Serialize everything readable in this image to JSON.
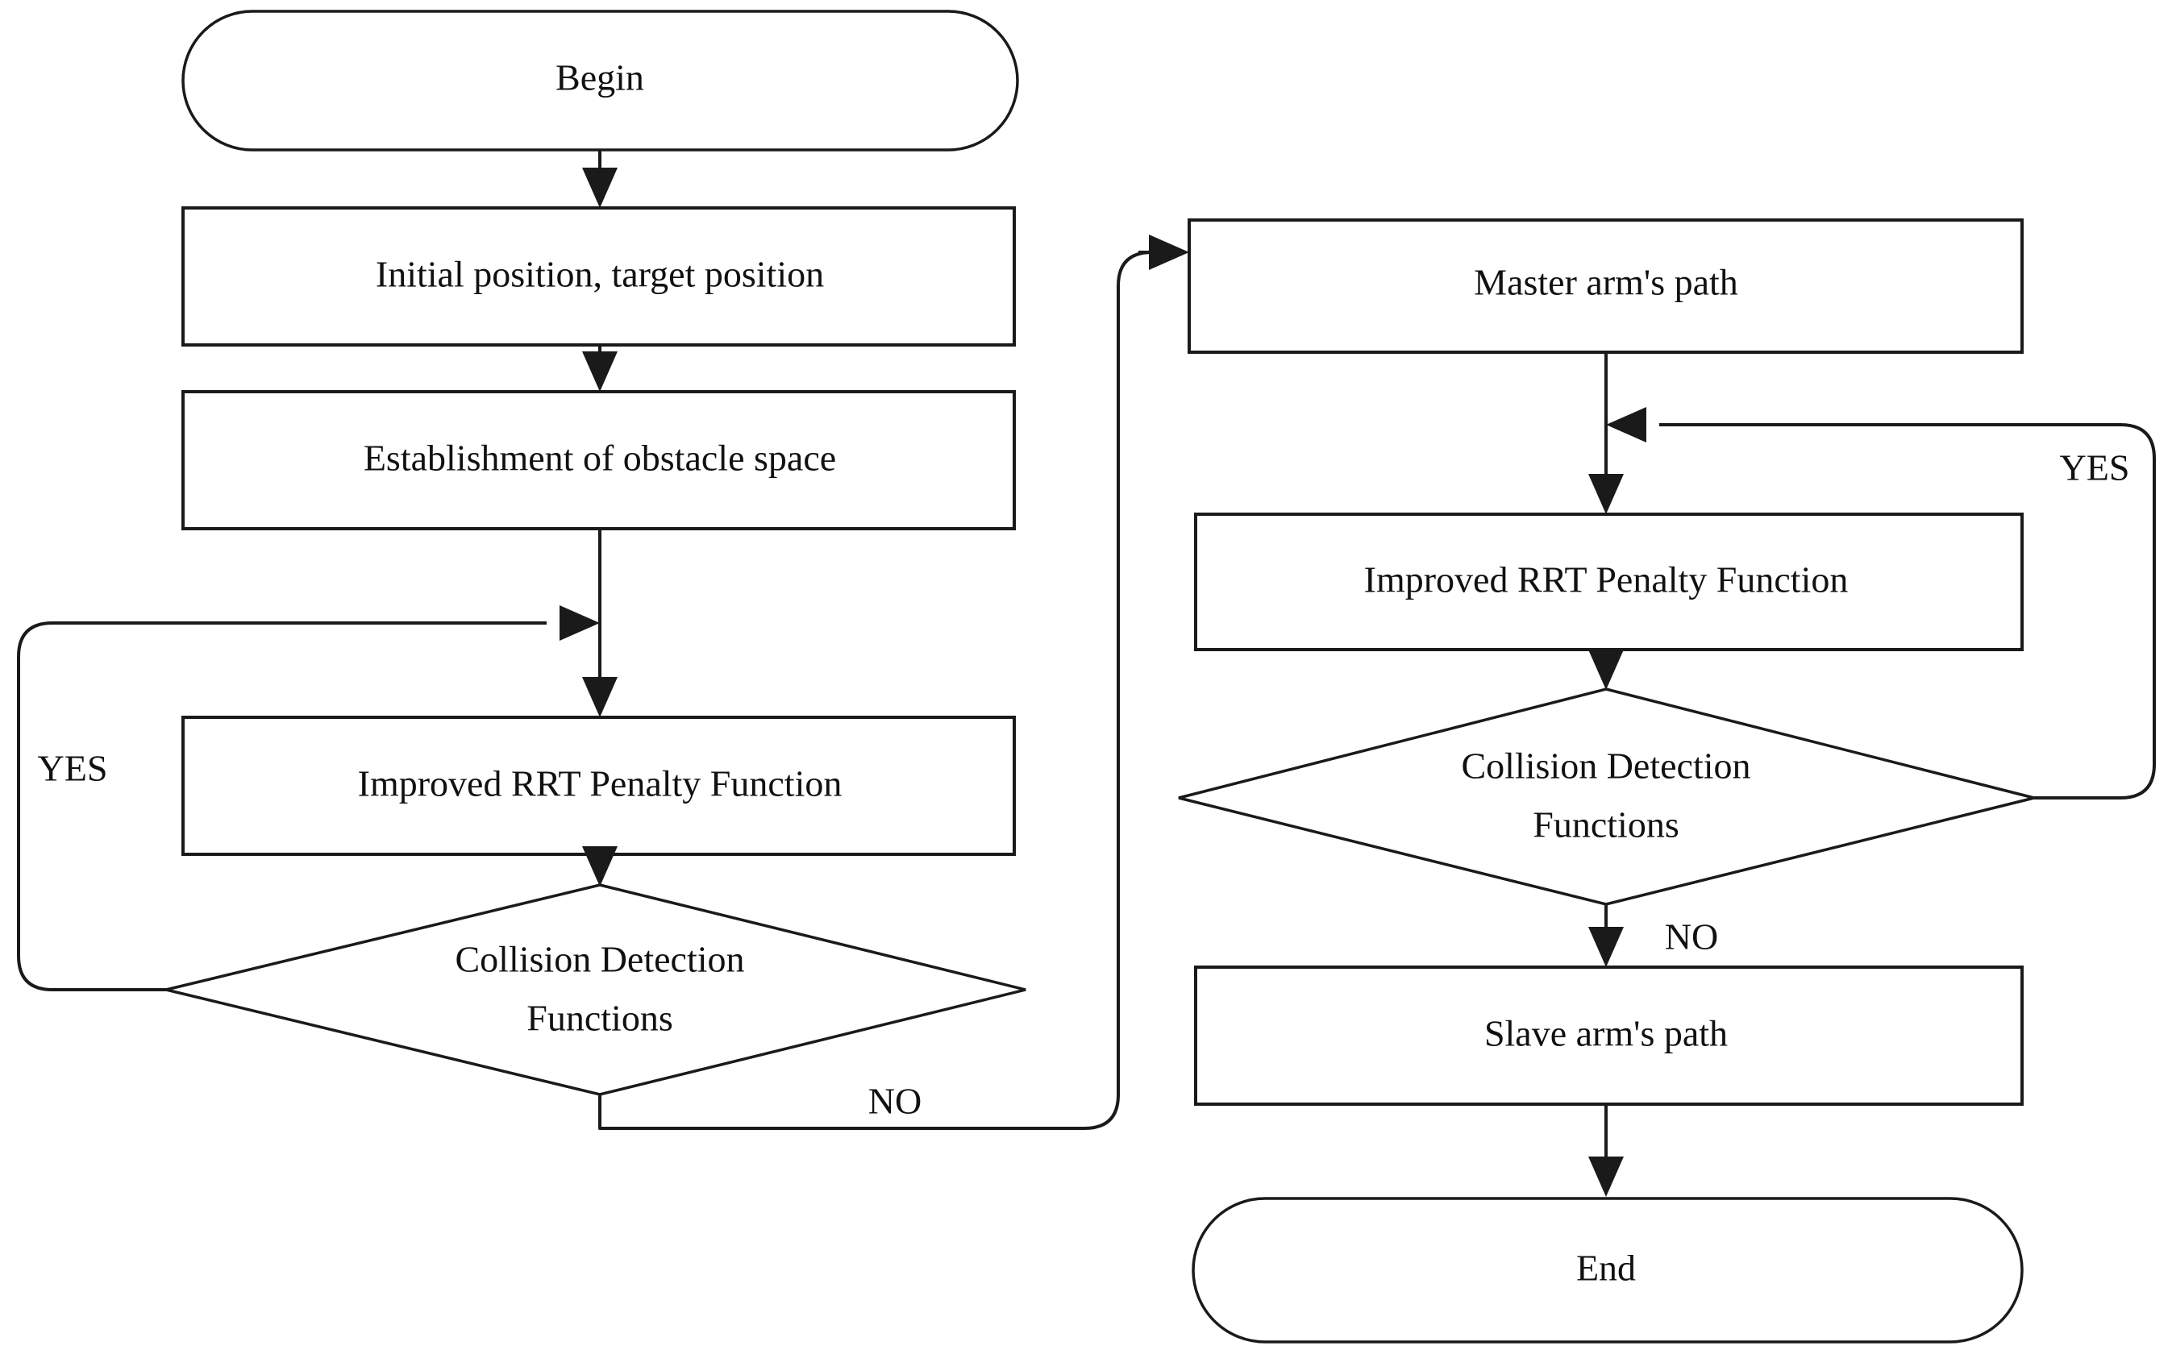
{
  "diagram": {
    "title": "Improved RRT penalty function path planning flowchart",
    "background_color": "#ffffff",
    "line_color": "#1a1a1a",
    "text_color": "#111111",
    "nodes": [
      {
        "id": "begin",
        "label": "Begin",
        "shape": "terminator",
        "column": "left"
      },
      {
        "id": "init",
        "label": "Initial position, target position",
        "shape": "process",
        "column": "left"
      },
      {
        "id": "obstacle",
        "label": "Establishment of obstacle space",
        "shape": "process",
        "column": "left"
      },
      {
        "id": "rrt_left",
        "label": "Improved RRT Penalty Function",
        "shape": "process",
        "column": "left"
      },
      {
        "id": "collision_left_line1",
        "label": "Collision Detection",
        "shape": "decision",
        "column": "left"
      },
      {
        "id": "collision_left_line2",
        "label": "Functions",
        "shape": "decision",
        "column": "left"
      },
      {
        "id": "master",
        "label": "Master arm's path",
        "shape": "process",
        "column": "right"
      },
      {
        "id": "rrt_right",
        "label": "Improved RRT Penalty Function",
        "shape": "process",
        "column": "right"
      },
      {
        "id": "collision_right_line1",
        "label": "Collision Detection",
        "shape": "decision",
        "column": "right"
      },
      {
        "id": "collision_right_line2",
        "label": "Functions",
        "shape": "decision",
        "column": "right"
      },
      {
        "id": "slave",
        "label": "Slave arm's path",
        "shape": "process",
        "column": "right"
      },
      {
        "id": "end",
        "label": "End",
        "shape": "terminator",
        "column": "right"
      }
    ],
    "edge_labels": {
      "left_yes": "YES",
      "left_no": "NO",
      "right_yes": "YES",
      "right_no": "NO"
    }
  }
}
